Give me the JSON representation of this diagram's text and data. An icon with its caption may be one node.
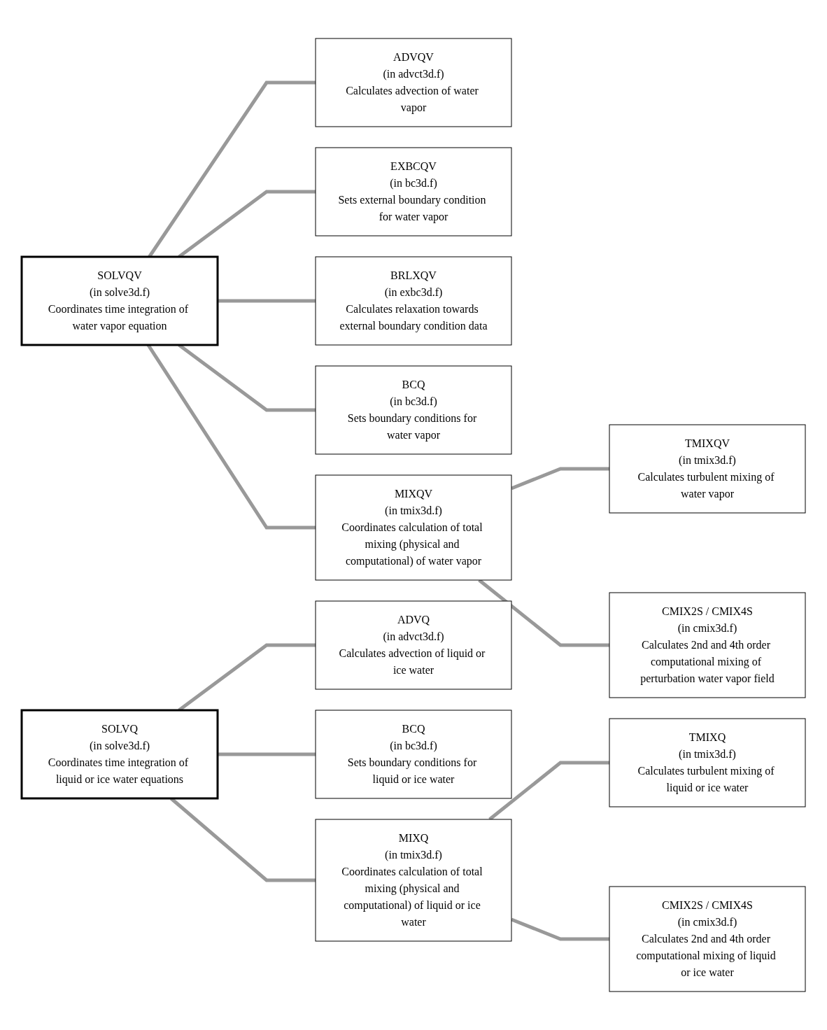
{
  "diagram": {
    "nodes": [
      {
        "text": [
          "ADVQV",
          "(in advct3d.f)",
          "Calculates advection of water vapor"
        ]
      },
      {
        "text": [
          "SOLVQV",
          "(in solve3d.f)",
          "Coordinates time integration of water vapor equation"
        ]
      },
      {
        "text": [
          "EXBCQV",
          "(in bc3d.f)",
          "Sets external boundary condition for water vapor"
        ]
      },
      {
        "text": [
          "MIXQV",
          "(in tmix3d.f)",
          "Coordinates calculation of total mixing (physical and computational) of water vapor"
        ]
      },
      {
        "text": [
          "BRLXQV",
          "(in exbc3d.f)",
          "Calculates relaxation towards external boundary condition data"
        ]
      },
      {
        "text": [
          "BCQ",
          "(in bc3d.f)",
          "Sets boundary conditions for water vapor"
        ]
      },
      {
        "text": [
          "TMIXQV",
          "(in tmix3d.f)",
          "Calculates turbulent mixing of water vapor"
        ]
      },
      {
        "text": [
          "CMIX2S / CMIX4S",
          "(in cmix3d.f)",
          "Calculates 2nd and 4th order computational mixing of perturbation water vapor field"
        ]
      },
      {
        "text": [
          "SOLVQ",
          "(in solve3d.f)",
          "Coordinates time integration of liquid or ice water equations"
        ]
      },
      {
        "text": [
          "ADVQ",
          "(in advct3d.f)",
          "Calculates advection of liquid or ice water"
        ]
      },
      {
        "text": [
          "MIXQ",
          "(in tmix3d.f)",
          "Coordinates calculation of total mixing (physical and computational) of liquid or ice water"
        ]
      },
      {
        "text": [
          "BCQ",
          "(in bc3d.f)",
          "Sets boundary conditions for liquid or ice water"
        ]
      },
      {
        "text": [
          "TMIXQ",
          "(in tmix3d.f)",
          "Calculates turbulent mixing of liquid or ice water"
        ]
      },
      {
        "text": [
          "CMIX2S / CMIX4S",
          "(in cmix3d.f)",
          "Calculates 2nd and 4th order computational mixing of liquid or ice water"
        ]
      }
    ],
    "edges": [
      {
        "from": 1,
        "to": 0,
        "arrow": "none"
      },
      {
        "from": 1,
        "to": 2,
        "arrow": "none"
      },
      {
        "from": 1,
        "to": 4,
        "arrow": "none"
      },
      {
        "from": 1,
        "to": 5,
        "arrow": "none"
      },
      {
        "from": 1,
        "to": 3,
        "arrow": "none"
      },
      {
        "from": 3,
        "to": 6,
        "arrow": "none"
      },
      {
        "from": 3,
        "to": 7,
        "arrow": "none"
      },
      {
        "from": 8,
        "to": 9,
        "arrow": "none"
      },
      {
        "from": 8,
        "to": 11,
        "arrow": "none"
      },
      {
        "from": 8,
        "to": 10,
        "arrow": "none"
      },
      {
        "from": 10,
        "to": 12,
        "arrow": "none"
      },
      {
        "from": 10,
        "to": 13,
        "arrow": "none"
      }
    ]
  }
}
